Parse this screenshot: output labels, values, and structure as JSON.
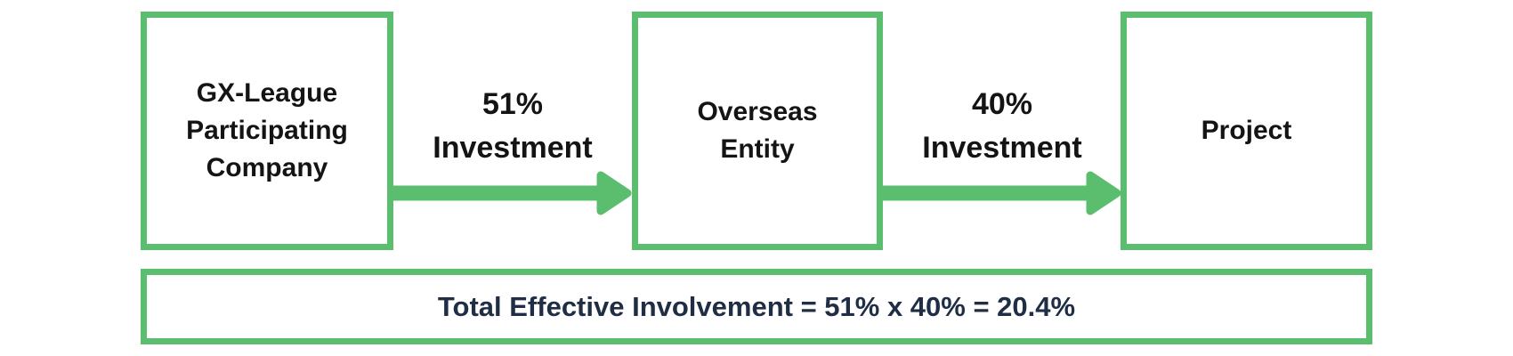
{
  "diagram": {
    "boxes": [
      {
        "label": "GX-League\nParticipating\nCompany"
      },
      {
        "label": "Overseas\nEntity"
      },
      {
        "label": "Project"
      }
    ],
    "arrows": [
      {
        "label": "51%\nInvestment"
      },
      {
        "label": "40%\nInvestment"
      }
    ],
    "footer": {
      "label": "Total Effective Involvement = 51% x 40% = 20.4%"
    },
    "colors": {
      "accent-green": "#5BBE6E",
      "box-text": "#141414",
      "footer-text": "#1F2E44",
      "background": "#FFFFFF"
    }
  }
}
